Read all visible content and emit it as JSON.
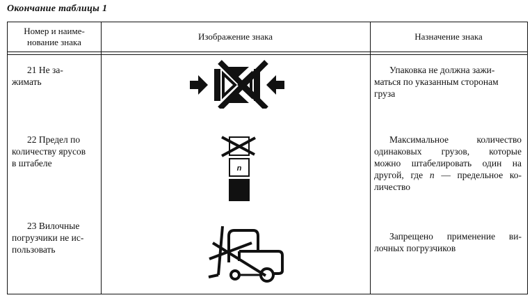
{
  "caption": "Окончание таблицы 1",
  "table": {
    "headers": [
      {
        "label_line1": "Номер и наиме-",
        "label_line2": "нование знака"
      },
      {
        "label": "Изображение знака"
      },
      {
        "label": "Назначение знака"
      }
    ],
    "rows": [
      {
        "number_name_line1": "21 Не за-",
        "number_name_line2": "жимать",
        "sign_icon": "do-not-clamp-sign",
        "purpose_line1": "Упаковка не должна зажи-",
        "purpose_line2": "маться по указанным сторонам",
        "purpose_line3": "груза"
      },
      {
        "number_name_line1": "22 Предел   по",
        "number_name_line2": "количеству ярусов",
        "number_name_line3": "в штабеле",
        "sign_icon": "stacking-limit-sign",
        "sign_label": "n",
        "purpose_line1": "Максимальное  количество",
        "purpose_line2": "одинаковых  грузов,  которые",
        "purpose_line3": "можно штабелировать один на",
        "purpose_line4a": "другой, где ",
        "purpose_line4_var": "n",
        "purpose_line4b": " — предельное ко-",
        "purpose_line5": "личество"
      },
      {
        "number_name_line1": "23 Вилочные",
        "number_name_line2": "погрузчики не ис-",
        "number_name_line3": "пользовать",
        "sign_icon": "no-forklifts-sign",
        "purpose_line1": "Запрещено применение ви-",
        "purpose_line2": "лочных погрузчиков"
      }
    ]
  }
}
